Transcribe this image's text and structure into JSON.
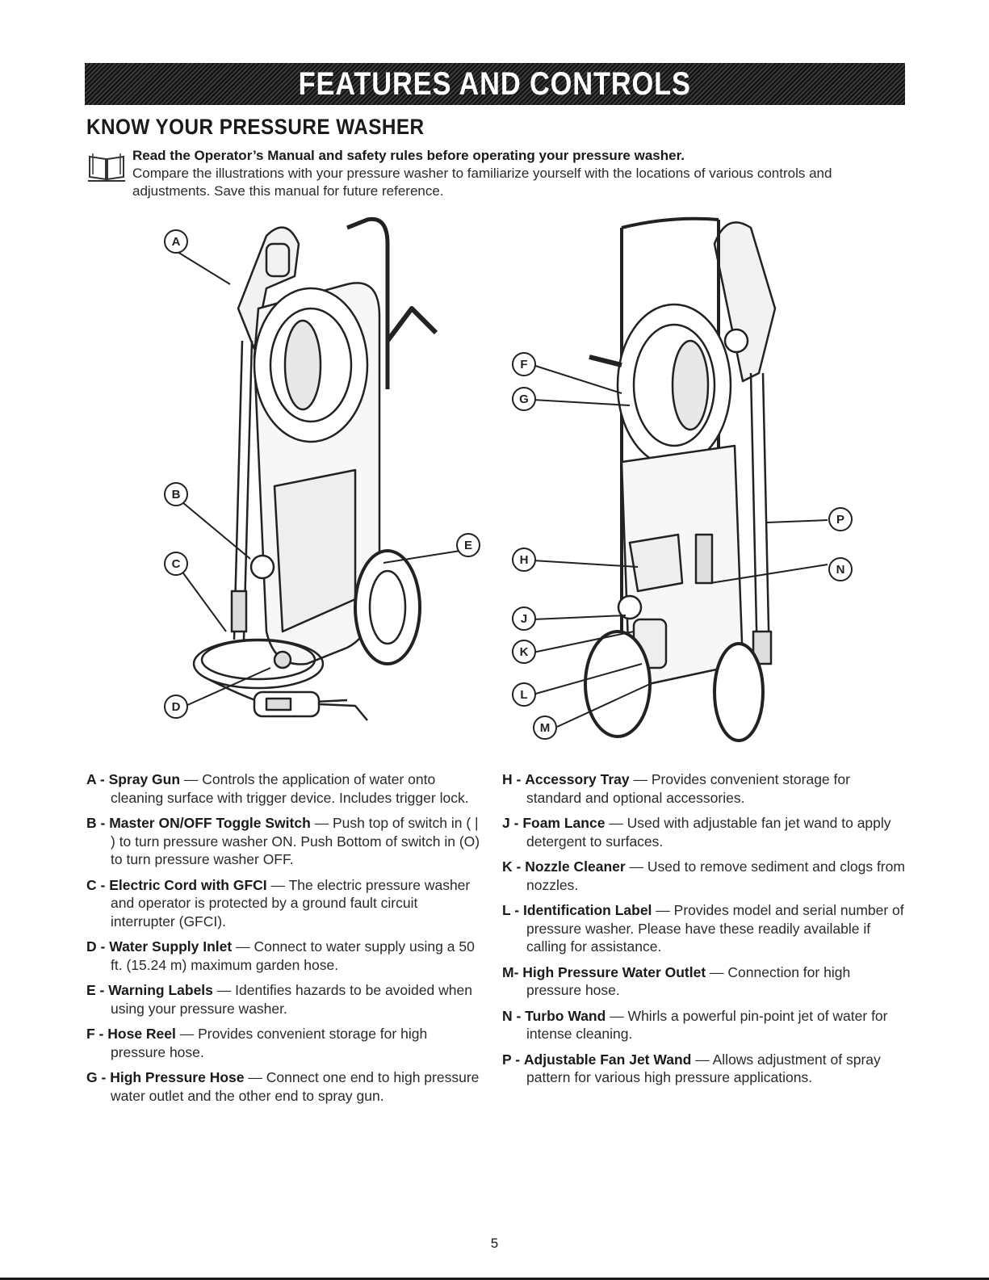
{
  "banner": {
    "title": "FEATURES AND CONTROLS"
  },
  "section": {
    "title": "KNOW YOUR PRESSURE WASHER"
  },
  "intro": {
    "bold": "Read the Operator’s Manual and safety rules before operating your pressure washer.",
    "text": "Compare the illustrations with your pressure washer to familiarize yourself with the locations of various controls and adjustments. Save this manual for future reference."
  },
  "callouts": {
    "A": "A",
    "B": "B",
    "C": "C",
    "D": "D",
    "E": "E",
    "F": "F",
    "G": "G",
    "H": "H",
    "J": "J",
    "K": "K",
    "L": "L",
    "M": "M",
    "N": "N",
    "P": "P"
  },
  "features_left": [
    {
      "key": "A -",
      "name": "Spray Gun",
      "desc": " — Controls the application of water onto cleaning surface with trigger device. Includes trigger lock."
    },
    {
      "key": "B -",
      "name": "Master ON/OFF Toggle Switch",
      "desc": " — Push top of switch in ( | ) to turn pressure washer ON. Push Bottom of switch in (O) to turn pressure washer OFF."
    },
    {
      "key": "C -",
      "name": "Electric Cord with GFCI",
      "desc": " — The electric pressure washer and operator is protected by a ground fault circuit interrupter (GFCI)."
    },
    {
      "key": "D -",
      "name": "Water Supply Inlet",
      "desc": " — Connect to water supply using a 50 ft. (15.24 m) maximum garden hose."
    },
    {
      "key": "E -",
      "name": "Warning Labels",
      "desc": " — Identifies hazards to be avoided when using your pressure washer."
    },
    {
      "key": "F -",
      "name": "Hose Reel",
      "desc": " — Provides convenient storage for high pressure hose."
    },
    {
      "key": "G -",
      "name": "High Pressure Hose",
      "desc": " — Connect one end to high pressure water outlet and the other end to spray gun."
    }
  ],
  "features_right": [
    {
      "key": "H -",
      "name": "Accessory Tray",
      "desc": " — Provides convenient storage for standard and optional accessories."
    },
    {
      "key": "J -",
      "name": "Foam Lance",
      "desc": " — Used with adjustable fan jet wand to apply detergent to surfaces."
    },
    {
      "key": "K -",
      "name": "Nozzle Cleaner",
      "desc": " — Used to remove sediment and clogs from nozzles."
    },
    {
      "key": "L -",
      "name": "Identification Label",
      "desc": " — Provides model and serial number of pressure washer. Please have these readily available if calling for assistance."
    },
    {
      "key": "M-",
      "name": "High Pressure Water Outlet",
      "desc": " — Connection for high pressure hose."
    },
    {
      "key": "N -",
      "name": "Turbo Wand",
      "desc": " — Whirls a powerful pin-point jet of water for intense cleaning."
    },
    {
      "key": "P -",
      "name": "Adjustable Fan Jet Wand",
      "desc": " — Allows adjustment of spray pattern for various high pressure applications."
    }
  ],
  "page": {
    "number": "5"
  }
}
